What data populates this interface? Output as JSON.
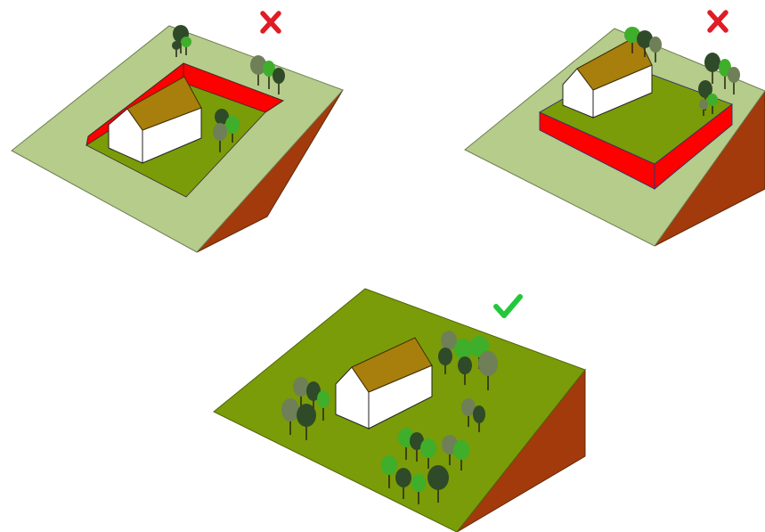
{
  "diagrams": [
    {
      "id": "excavated-plot",
      "verdict": "incorrect",
      "verdict_icon": "red-cross-icon"
    },
    {
      "id": "raised-plot",
      "verdict": "incorrect",
      "verdict_icon": "red-cross-icon"
    },
    {
      "id": "natural-slope-plot",
      "verdict": "correct",
      "verdict_icon": "green-check-icon"
    }
  ],
  "colors": {
    "terrain_light": "#b5cc8b",
    "terrain_green": "#7a9c08",
    "slope_side": "#a23a0c",
    "cut_fill": "#ff0000",
    "roof": "#a87f0c",
    "wall": "#ffffff",
    "cross": "#e01c24",
    "check": "#22c83a",
    "tree_dark": "#2f4a28",
    "tree_gray": "#6f7f58",
    "tree_bright": "#3fae2a"
  }
}
